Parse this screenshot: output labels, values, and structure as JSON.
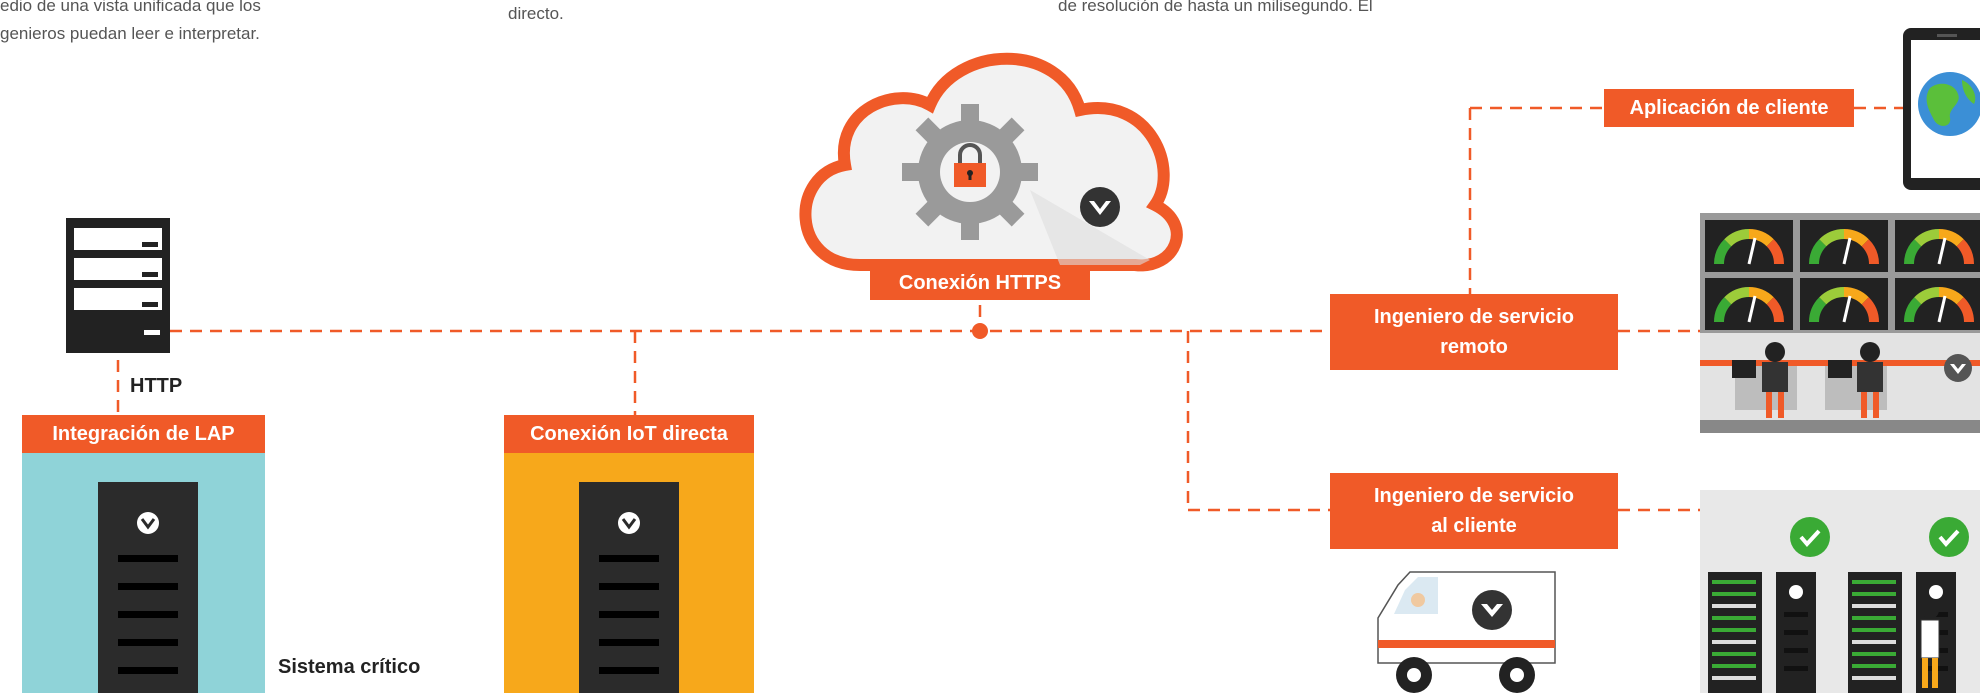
{
  "intro": {
    "left_line1": "edio de una vista unificada que los",
    "left_line2": "genieros  puedan leer e interpretar.",
    "mid_line1": "directo.",
    "right_line1": "de resolución de hasta un milisegundo. El"
  },
  "labels": {
    "https": "Conexión HTTPS",
    "http": "HTTP",
    "lap": "Integración de LAP",
    "iot": "Conexión IoT directa",
    "client_app": "Aplicación de cliente",
    "remote_line1": "Ingeniero de servicio",
    "remote_line2": "remoto",
    "customer_line1": "Ingeniero de servicio",
    "customer_line2": "al cliente",
    "critical": "Sistema crítico"
  },
  "colors": {
    "orange": "#f05a28",
    "teal": "#8fd3d8",
    "amber": "#f7a81b",
    "dark": "#2b2b2b",
    "grey": "#999999",
    "green": "#3aaa35"
  },
  "icons": [
    "server-icon",
    "cloud-icon",
    "gear-icon",
    "lock-icon",
    "vertiv-logo-icon",
    "tablet-icon",
    "globe-icon",
    "gauge-icon",
    "operator-icon",
    "van-icon",
    "check-icon",
    "rack-icon",
    "technician-icon"
  ]
}
